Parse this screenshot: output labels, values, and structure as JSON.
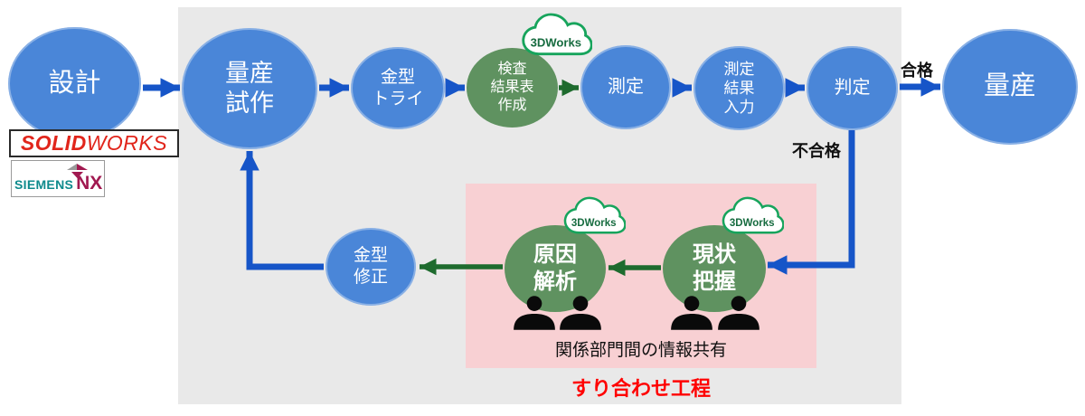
{
  "nodes": {
    "design": {
      "label": "設計"
    },
    "trial": {
      "label": "量産\n試作"
    },
    "mold_try": {
      "label": "金型\nトライ"
    },
    "inspection_sheet": {
      "label": "検査\n結果表\n作成"
    },
    "measure": {
      "label": "測定"
    },
    "result_input": {
      "label": "測定\n結果\n入力"
    },
    "judge": {
      "label": "判定"
    },
    "mass_production": {
      "label": "量産"
    },
    "mold_fix": {
      "label": "金型\n修正"
    },
    "cause_analysis": {
      "label": "原因\n解析"
    },
    "status_grasp": {
      "label": "現状\n把握"
    }
  },
  "edge_labels": {
    "pass": "合格",
    "fail": "不合格"
  },
  "annotations": {
    "info_sharing": "関係部門間の情報共有",
    "fitting_process": "すり合わせ工程"
  },
  "cloud_label": "3DWorks",
  "logos": {
    "solidworks": {
      "bold": "SOLID",
      "light": "WORKS"
    },
    "siemens_nx": {
      "siemens": "SIEMENS",
      "nx": "NX"
    }
  },
  "colors": {
    "node_blue": "#4a86d8",
    "node_green": "#5f9260",
    "arrow_blue": "#1655c8",
    "arrow_green": "#1e6b2e",
    "cloud_outline_green": "#17a45c",
    "cloud_text_green": "#166b3f",
    "pink_box": "#f8d0d3",
    "gray_box": "#e9e9e9",
    "fitting_process_red": "#ff0000",
    "solidworks_red": "#e1251b",
    "siemens_teal": "#0e8a8c",
    "nx_maroon": "#a11950"
  }
}
